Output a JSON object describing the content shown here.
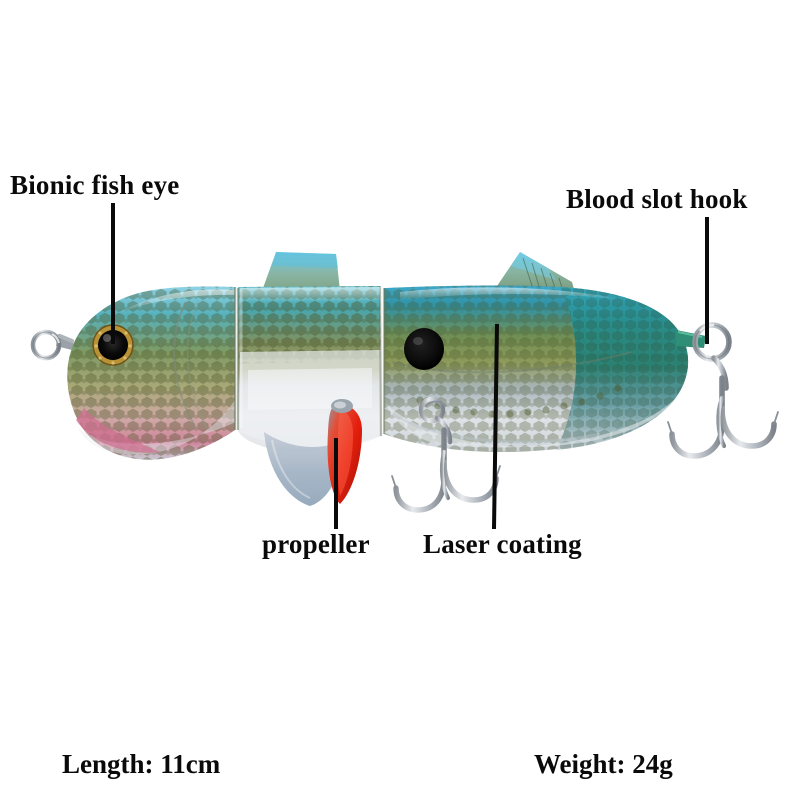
{
  "product": {
    "type": "multi-jointed swimbait fishing lure",
    "orientation": "facing left",
    "segments": 3
  },
  "callouts": [
    {
      "id": "bionic-fish-eye",
      "label": "Bionic fish eye",
      "target": "eye"
    },
    {
      "id": "blood-slot-hook",
      "label": "Blood slot hook",
      "target": "tail-split-ring"
    },
    {
      "id": "propeller",
      "label": "propeller",
      "target": "propeller-blade"
    },
    {
      "id": "laser-coating",
      "label": "Laser coating",
      "target": "body-scale-finish"
    }
  ],
  "specs": {
    "length_label": "Length: 11cm",
    "weight_label": "Weight: 24g",
    "length_value": "11cm",
    "weight_value": "24g"
  },
  "colors": {
    "background": "#ffffff",
    "text": "#0a0a0a",
    "pointer_line": "#0a0a0a",
    "scale_dark": "#4e5a2c",
    "body_teal": "#3fa3a8",
    "body_green": "#2f7f6f",
    "body_olive": "#9aa257",
    "belly_white": "#eef1f4",
    "throat_pink": "#d3748f",
    "propeller_red": "#e02a18",
    "eye_ring_gold": "#b99236",
    "eye_pupil": "#0a0a0a",
    "hook_chrome": "#c9ccd1",
    "spot_black": "#0d0d0d"
  },
  "parts": [
    {
      "name": "front-line-tie-ring",
      "kind": "split-ring"
    },
    {
      "name": "head-segment",
      "kind": "body"
    },
    {
      "name": "mid-segment",
      "kind": "body"
    },
    {
      "name": "tail-segment",
      "kind": "body"
    },
    {
      "name": "dorsal-fin-mid",
      "kind": "fin"
    },
    {
      "name": "dorsal-fin-tail",
      "kind": "fin"
    },
    {
      "name": "pelvic-fin",
      "kind": "fin"
    },
    {
      "name": "propeller-blade",
      "kind": "propeller"
    },
    {
      "name": "belly-treble-hook",
      "kind": "hook"
    },
    {
      "name": "tail-treble-hook",
      "kind": "hook"
    },
    {
      "name": "lateral-spot",
      "kind": "marking"
    }
  ]
}
